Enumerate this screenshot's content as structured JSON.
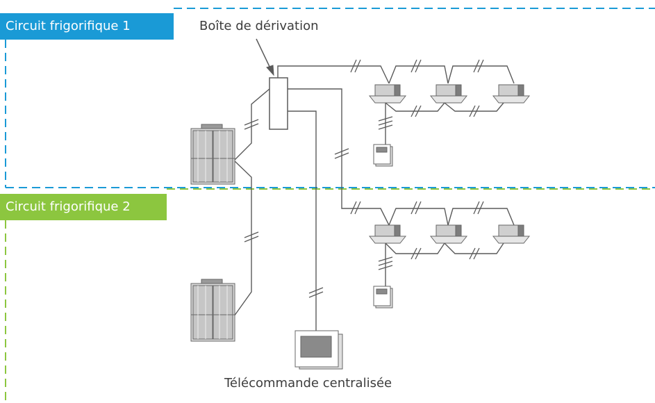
{
  "circuits": [
    {
      "label": "Circuit frigorifique 1",
      "color": "#1a9ad6"
    },
    {
      "label": "Circuit frigorifique 2",
      "color": "#8cc63f"
    }
  ],
  "labels": {
    "junction_box": "Boîte de dérivation",
    "central_remote": "Télécommande centralisée"
  },
  "colors": {
    "line": "#5a5a5a",
    "unit_fill": "#d9d9d9",
    "unit_dark": "#8a8a8a"
  },
  "components": {
    "outdoor_units": 2,
    "indoor_cassettes_per_circuit": 3,
    "wall_remotes": 2,
    "central_remote": 1,
    "junction_box": 1
  }
}
